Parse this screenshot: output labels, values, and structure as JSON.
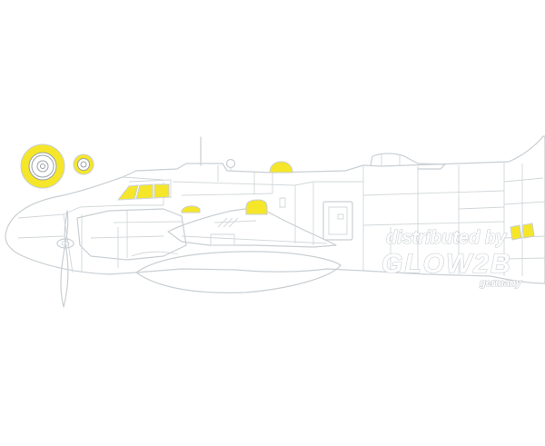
{
  "watermark": {
    "line1": "distributed by",
    "line2": "GLOW2B",
    "line3": "germany"
  },
  "colors": {
    "mask_yellow": "#f5e629",
    "outline_gray": "#c9cfd3",
    "background": "#ffffff"
  }
}
